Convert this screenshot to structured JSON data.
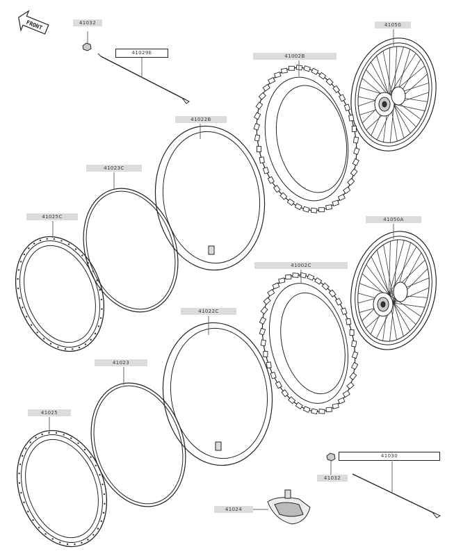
{
  "front_marker": "FRONT",
  "parts": [
    {
      "id": "p41032a",
      "number": "41032"
    },
    {
      "id": "p41029e",
      "number": "41029E"
    },
    {
      "id": "p41050",
      "number": "41050"
    },
    {
      "id": "p41002b",
      "number": "41002B"
    },
    {
      "id": "p41022b",
      "number": "41022B"
    },
    {
      "id": "p41023c",
      "number": "41023C"
    },
    {
      "id": "p41025c",
      "number": "41025C"
    },
    {
      "id": "p41050a",
      "number": "41050A"
    },
    {
      "id": "p41002c",
      "number": "41002C"
    },
    {
      "id": "p41022c",
      "number": "41022C"
    },
    {
      "id": "p41023",
      "number": "41023"
    },
    {
      "id": "p41025",
      "number": "41025"
    },
    {
      "id": "p41030",
      "number": "41030"
    },
    {
      "id": "p41032b",
      "number": "41032"
    },
    {
      "id": "p41024",
      "number": "41024"
    }
  ],
  "colors": {
    "line": "#222222",
    "label_bg": "#dcdcdc",
    "part_fill": "#ffffff"
  }
}
